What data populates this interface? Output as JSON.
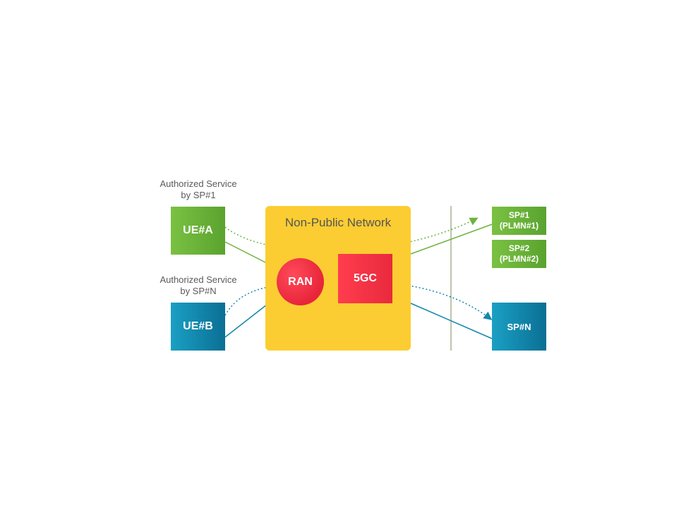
{
  "captions": {
    "ue_a_auth": [
      "Authorized Service",
      "by SP#1"
    ],
    "ue_b_auth": [
      "Authorized Service",
      "by SP#N"
    ]
  },
  "nodes": {
    "ue_a": "UE#A",
    "ue_b": "UE#B",
    "npn_title": "Non-Public Network",
    "ran": "RAN",
    "core": "5GC",
    "sp1": [
      "SP#1",
      "(PLMN#1)"
    ],
    "sp2": [
      "SP#2",
      "(PLMN#2)"
    ],
    "spn": "SP#N"
  },
  "colors": {
    "green": "#6cb33f",
    "blue": "#1486ad",
    "npn": "#fbcd32",
    "red": "#ee3344"
  }
}
